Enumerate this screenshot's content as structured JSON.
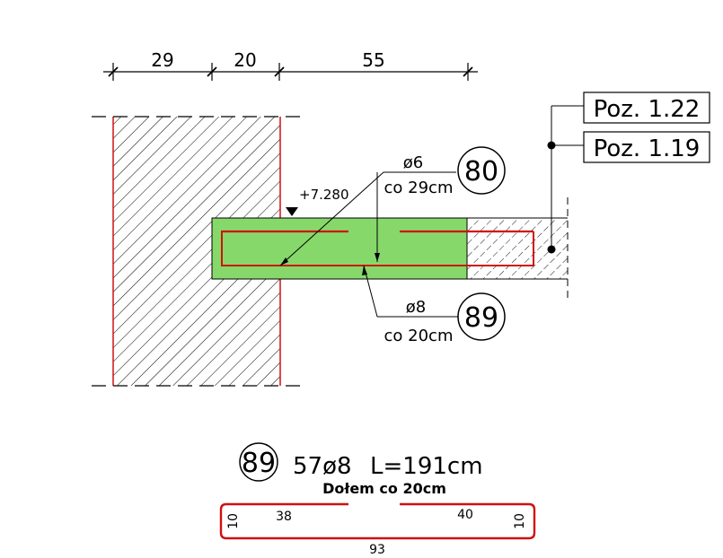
{
  "dimensions": {
    "top": [
      "29",
      "20",
      "55"
    ]
  },
  "elevation": "+7.280",
  "position_tags": {
    "upper": "Poz. 1.22",
    "lower": "Poz. 1.19"
  },
  "bar_80": {
    "mark": "80",
    "diameter": "ø6",
    "spacing": "co 29cm"
  },
  "bar_89": {
    "mark": "89",
    "diameter": "ø8",
    "spacing": "co 20cm"
  },
  "schedule": {
    "mark": "89",
    "spec": "57ø8",
    "length": "L=191cm",
    "note": "Dołem co 20cm",
    "seg_left": "38",
    "seg_right": "40",
    "hook_left": "10",
    "hook_right": "10",
    "total": "93"
  },
  "colors": {
    "concrete_fill": "#86d86a",
    "rebar": "#d01010",
    "outline": "#000000"
  }
}
